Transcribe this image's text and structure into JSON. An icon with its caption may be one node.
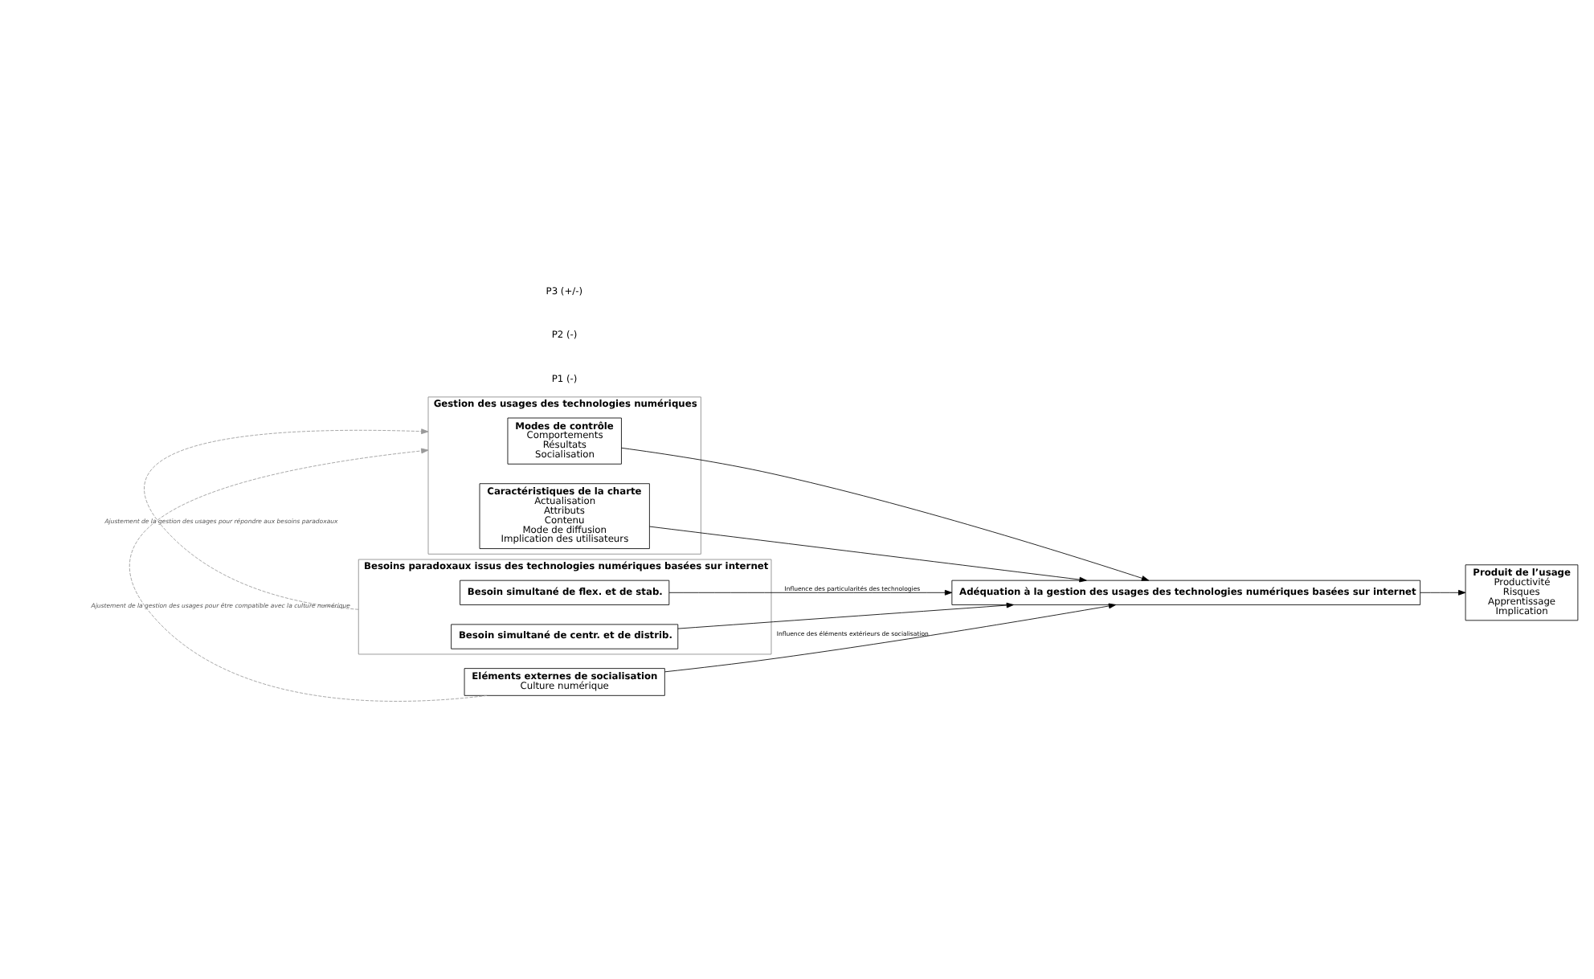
{
  "diagram": {
    "nodes": [
      {
        "text": [
          "Gestion des usages des technologies numériques"
        ]
      },
      {
        "text": [
          "Modes de contrôle",
          "Comportements",
          "Résultats",
          "Socialisation"
        ],
        "in": 0
      },
      {
        "text": [
          "Caractéristiques de la charte",
          "Actualisation",
          "Attributs",
          "Contenu",
          "Mode de diffusion",
          "Implication des utilisateurs"
        ],
        "in": 0
      },
      {
        "text": [
          "Besoins paradoxaux issus des technologies numériques basées sur internet"
        ]
      },
      {
        "text": [
          "Besoin simultané de flex. et de stab."
        ],
        "in": 3
      },
      {
        "text": [
          "Besoin simultané de centr. et de distrib."
        ],
        "in": 3
      },
      {
        "text": [
          "Adéquation à la gestion des usages des technologies numériques basées sur internet"
        ]
      },
      {
        "text": [
          "Produit de l’usage",
          "Productivité",
          "Risques",
          "Apprentissage",
          "Implication"
        ]
      },
      {
        "text": [
          "Eléments externes de socialisation",
          "Culture numérique"
        ]
      }
    ],
    "edges": [
      {
        "from": 3,
        "to": 0,
        "arrow": "to",
        "label": "Ajustement de la gestion des usages pour répondre aux besoins paradoxaux",
        "style": "dashed",
        "color": "#999999"
      },
      {
        "from": 4,
        "to": 6,
        "arrow": "to",
        "label": "Influence des particularités des technologies"
      },
      {
        "from": 5,
        "to": 6,
        "arrow": "to"
      },
      {
        "from": 1,
        "to": 6,
        "arrow": "to"
      },
      {
        "from": 2,
        "to": 6,
        "arrow": "to"
      },
      {
        "from": 6,
        "to": 7,
        "arrow": "to"
      },
      {
        "from": 8,
        "to": 6,
        "arrow": "to",
        "label": "Influence des éléments extérieurs de socialisation"
      },
      {
        "from": 8,
        "to": 0,
        "arrow": "to",
        "label": "Ajustement de la gestion des usages pour être compatible avec la culture numérique",
        "style": "dashed",
        "color": "#999999"
      }
    ],
    "labels": [
      "P1 (-)",
      "P2 (-)",
      "P3 (+/-)"
    ]
  }
}
